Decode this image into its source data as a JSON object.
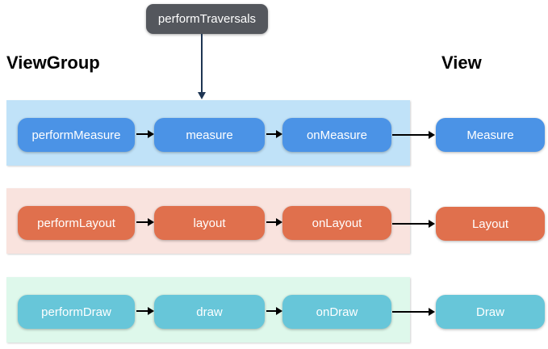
{
  "diagram": {
    "entry_node_label": "performTraversals",
    "left_column_header": "ViewGroup",
    "right_column_header": "View"
  },
  "rows": [
    {
      "band_bg": "#c0e2f8",
      "node_bg": "#4b93e6",
      "steps": [
        "performMeasure",
        "measure",
        "onMeasure"
      ],
      "view_node": "Measure"
    },
    {
      "band_bg": "#f9e3de",
      "node_bg": "#e0704d",
      "steps": [
        "performLayout",
        "layout",
        "onLayout"
      ],
      "view_node": "Layout"
    },
    {
      "band_bg": "#def8eb",
      "node_bg": "#67c6d9",
      "steps": [
        "performDraw",
        "draw",
        "onDraw"
      ],
      "view_node": "Draw"
    }
  ],
  "colors": {
    "entry_node_bg": "#54575d",
    "entry_arrow": "#1e3553",
    "flow_arrow": "#000000",
    "node_text": "#ffffff",
    "header_text": "#000000"
  }
}
